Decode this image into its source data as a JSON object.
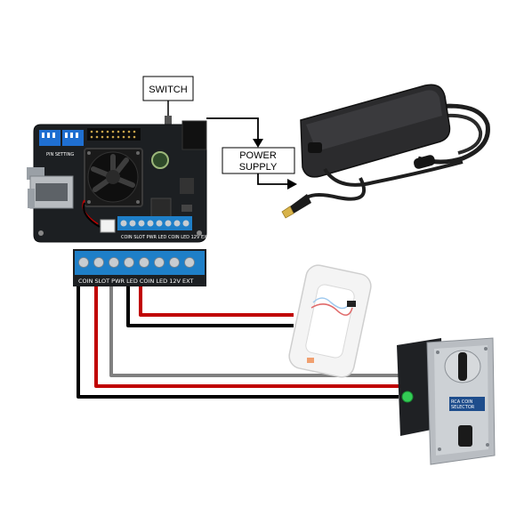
{
  "labels": {
    "switch": "SWITCH",
    "power_supply_line1": "POWER",
    "power_supply_line2": "SUPPLY"
  },
  "board": {
    "pin_setting_label": "PIN SETTING",
    "header_label": "COIN SLOT PWR LED COIN LED 12V EXT"
  },
  "terminal": {
    "label": "COIN SLOT PWR LED COIN LED 12V EXT"
  },
  "coin_acceptor": {
    "label_line1": "RCA COIN",
    "label_line2": "SELECTOR"
  },
  "colors": {
    "wire_red": "#c00000",
    "wire_black": "#000000",
    "wire_gray": "#808080",
    "board": "#1c1f22",
    "terminal_blue": "#1e7fc8",
    "dip_blue": "#1f6fd1",
    "psu_body": "#2b2b2d",
    "acceptor_metal": "#b9bdc2"
  },
  "icons": [
    "fan-icon",
    "dip-switch-icon",
    "ethernet-port-icon",
    "barrel-plug-icon",
    "led-bezel-icon",
    "coin-acceptor-icon"
  ]
}
